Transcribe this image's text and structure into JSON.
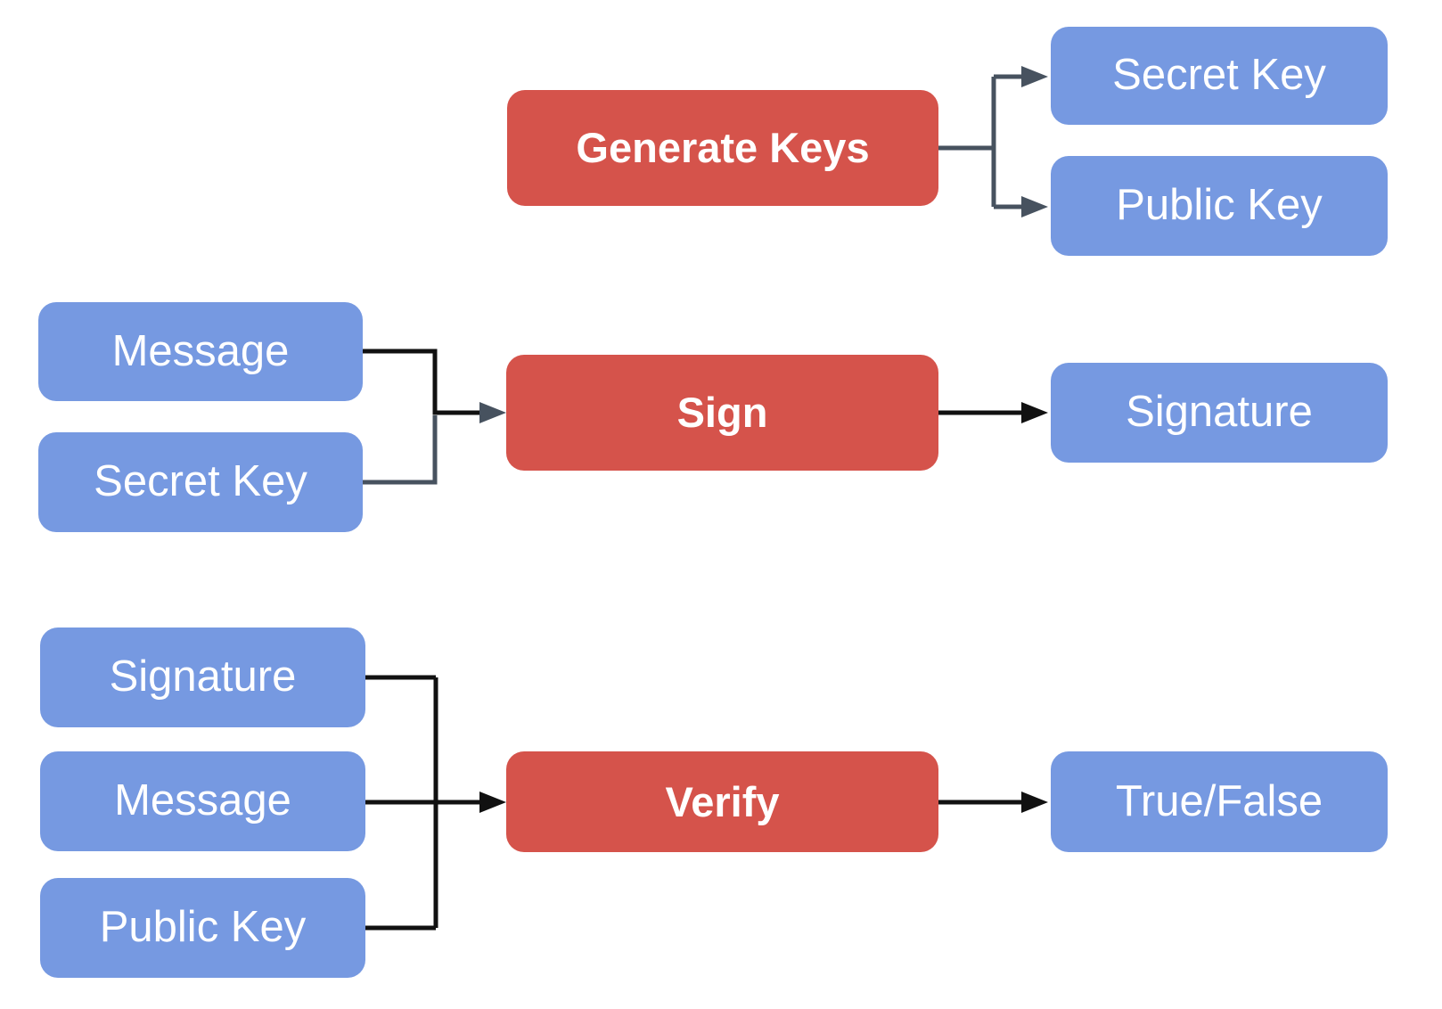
{
  "diagram": {
    "generate": {
      "process": "Generate Keys",
      "outputs": {
        "secret_key": "Secret Key",
        "public_key": "Public Key"
      }
    },
    "sign": {
      "inputs": {
        "message": "Message",
        "secret_key": "Secret Key"
      },
      "process": "Sign",
      "output": "Signature"
    },
    "verify": {
      "inputs": {
        "signature": "Signature",
        "message": "Message",
        "public_key": "Public Key"
      },
      "process": "Verify",
      "output": "True/False"
    },
    "edges": [
      {
        "from": "Generate Keys",
        "to": "Secret Key"
      },
      {
        "from": "Generate Keys",
        "to": "Public Key"
      },
      {
        "from": "Message",
        "to": "Sign"
      },
      {
        "from": "Secret Key",
        "to": "Sign"
      },
      {
        "from": "Sign",
        "to": "Signature"
      },
      {
        "from": "Signature",
        "to": "Verify"
      },
      {
        "from": "Message",
        "to": "Verify"
      },
      {
        "from": "Public Key",
        "to": "Verify"
      },
      {
        "from": "Verify",
        "to": "True/False"
      }
    ]
  },
  "colors": {
    "process_fill": "#d5534b",
    "data_fill": "#7699e1",
    "label_text": "#ffffff",
    "connector_black": "#111111",
    "connector_slate": "#47525f"
  }
}
